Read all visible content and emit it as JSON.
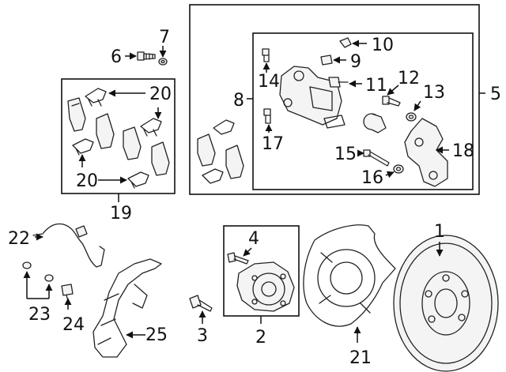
{
  "callouts": {
    "c1": "1",
    "c2": "2",
    "c3": "3",
    "c4": "4",
    "c5": "5",
    "c6": "6",
    "c7": "7",
    "c8": "8",
    "c9": "9",
    "c10": "10",
    "c11": "11",
    "c12": "12",
    "c13": "13",
    "c14": "14",
    "c15": "15",
    "c16": "16",
    "c17": "17",
    "c18": "18",
    "c19": "19",
    "c20a": "20",
    "c20b": "20",
    "c21": "21",
    "c22": "22",
    "c23": "23",
    "c24": "24",
    "c25": "25"
  },
  "colors": {
    "line": "#111111",
    "fill": "#f4f4f4",
    "background": "#ffffff"
  }
}
